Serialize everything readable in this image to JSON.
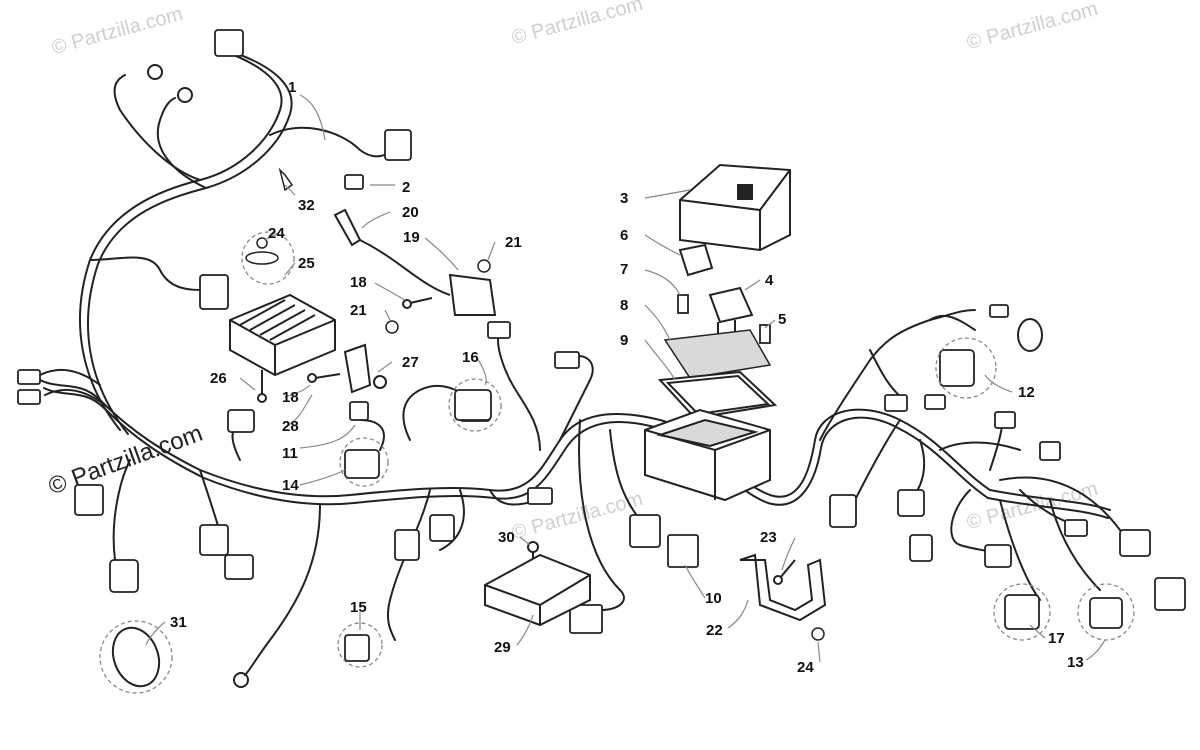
{
  "watermarks": {
    "top_left": "© Partzilla.com",
    "top_center": "© Partzilla.com",
    "top_right": "© Partzilla.com",
    "mid_center": "© Partzilla.com",
    "mid_right": "© Partzilla.com",
    "side": "© Partzilla.com"
  },
  "callouts": [
    "1",
    "2",
    "3",
    "4",
    "5",
    "6",
    "7",
    "8",
    "9",
    "10",
    "11",
    "12",
    "13",
    "14",
    "15",
    "16",
    "17",
    "18",
    "18",
    "19",
    "20",
    "21",
    "21",
    "22",
    "23",
    "24",
    "24",
    "25",
    "26",
    "27",
    "28",
    "29",
    "30",
    "31",
    "32"
  ],
  "colors": {
    "line": "#222222",
    "fill": "#ffffff",
    "shade": "#d9d9d9",
    "watermark": "#cfcfcf"
  }
}
